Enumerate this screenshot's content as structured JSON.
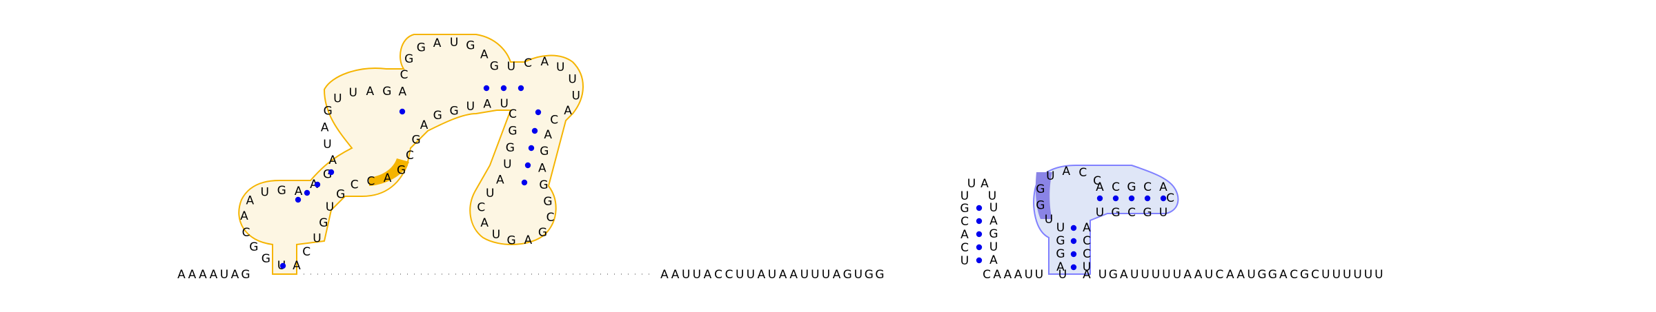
{
  "sequence_5prime": "AAAAUAG",
  "sequence_3prime_part1": "AAUUACCUUAUAAUUUAGUGG",
  "sequence_3prime_part2": "CAAAUU",
  "sequence_3prime_part3": "UGAUUUUUAAUCAAUGGACGCUUUUUU",
  "colors": {
    "yellow_domain": "#f5b400",
    "yellow_fill": "#fdf6e3",
    "yellow_highlight": "#f5b400",
    "blue_domain": "#8080ff",
    "blue_fill": "#dfe6f7",
    "blue_highlight": "#8a84e6",
    "pair_dot": "#0000ee"
  },
  "hairpin_small": {
    "left": "GCACU",
    "loop": "UUA",
    "right": "UAGUA"
  },
  "blue_domain": {
    "stem_left": "UGGA",
    "stem_right": "ACCU",
    "loop_top": "ACC",
    "helix_top": "ACGCA",
    "helix_bottom": "UGCGU",
    "tip": "C"
  },
  "yellow_domain": {
    "bases": "UGGCAAUGAAGAUAGUUAGACGGAUGAGUCAUUUACAGAGGCGAGUACUAUGGCUAUGGAGCGACCGUGUCA"
  }
}
